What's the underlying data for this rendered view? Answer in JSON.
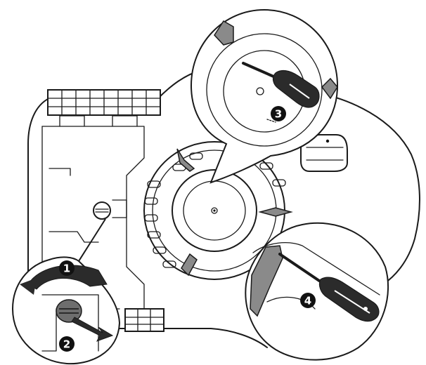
{
  "steps": [
    {
      "id": "1",
      "label": "1"
    },
    {
      "id": "2",
      "label": "2"
    },
    {
      "id": "3",
      "label": "3"
    },
    {
      "id": "4",
      "label": "4"
    }
  ],
  "icons": [
    "knob-icon",
    "screwdriver-icon",
    "rotate-arrow-icon",
    "pull-arrow-icon",
    "blade-clip-icon"
  ]
}
